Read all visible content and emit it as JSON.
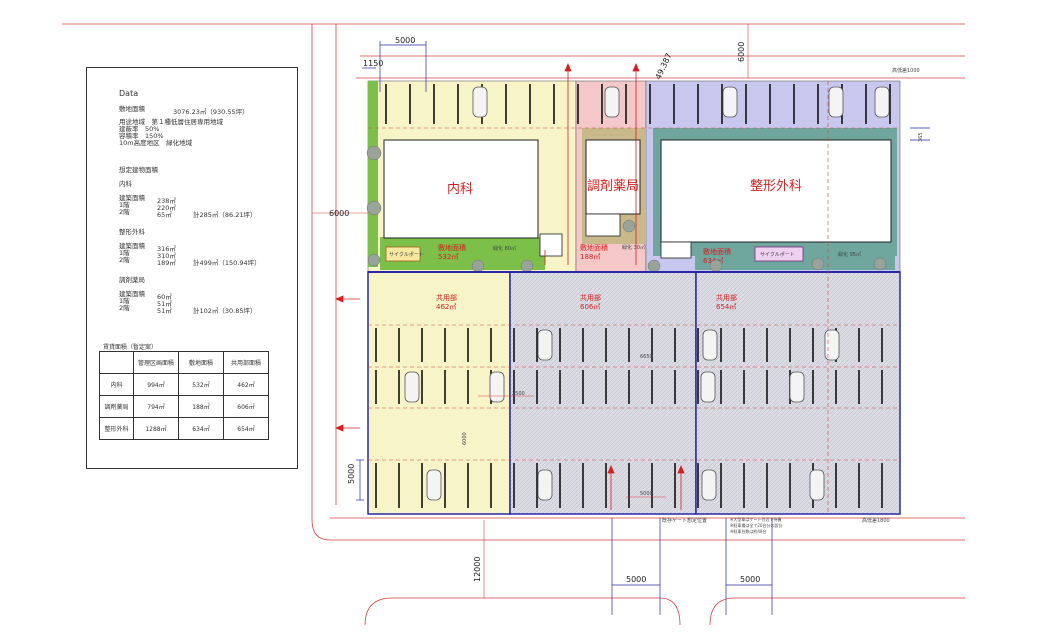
{
  "panel": {
    "title": "Data",
    "site_area_label": "敷地面積",
    "site_area_value": "3076.23㎡（930.55坪）",
    "zoning_1": "用途地域　第１種低層住居専用地域",
    "zoning_2": "建蔽率　50%",
    "zoning_3": "容積率　150%",
    "zoning_4": "10m高度地区　緑化地域",
    "planned_title": "想定建物面積",
    "naika": {
      "name": "内科",
      "build_label": "建築面積",
      "build_value": "238㎡",
      "f1_label": "1階",
      "f1_value": "220㎡",
      "f2_label": "2階",
      "f2_value": "65㎡",
      "total": "計285㎡（86.21坪）"
    },
    "seikei": {
      "name": "整形外科",
      "build_label": "建築面積",
      "build_value": "316㎡",
      "f1_label": "1階",
      "f1_value": "310㎡",
      "f2_label": "2階",
      "f2_value": "189㎡",
      "total": "計499㎡（150.94坪）"
    },
    "yakkyoku": {
      "name": "調剤薬局",
      "build_label": "建築面積",
      "build_value": "60㎡",
      "f1_label": "1階",
      "f1_value": "51㎡",
      "f2_label": "2階",
      "f2_value": "51㎡",
      "total": "計102㎡（30.85坪）"
    },
    "ratio_title": "賃貸面積（暫定案）",
    "ratio_headers": [
      "",
      "管理区画面積",
      "敷地面積",
      "共用部面積"
    ],
    "ratio_rows": [
      [
        "内科",
        "994㎡",
        "532㎡",
        "462㎡"
      ],
      [
        "調剤薬局",
        "794㎡",
        "188㎡",
        "606㎡"
      ],
      [
        "整形外科",
        "1288㎡",
        "634㎡",
        "654㎡"
      ]
    ]
  },
  "plan": {
    "buildings": [
      "内科",
      "調剤薬局",
      "整形外科"
    ],
    "site_areas": [
      {
        "label": "敷地面積",
        "value": "532㎡"
      },
      {
        "label": "敷地面積",
        "value": "188㎡"
      },
      {
        "label": "敷地面積",
        "value": "634㎡"
      }
    ],
    "common_areas": [
      {
        "label": "共用部",
        "value": "462㎡"
      },
      {
        "label": "共用部",
        "value": "606㎡"
      },
      {
        "label": "共用部",
        "value": "654㎡"
      }
    ],
    "greening": [
      "緑化 80㎡",
      "緑化 30㎡",
      "緑化 95㎡"
    ],
    "bike_ports": [
      "サイクルポート",
      "サイクルポート"
    ],
    "dims": {
      "d5000_top": "5000",
      "d1150": "1150",
      "d6000_left": "6000",
      "d6000_top": "6000",
      "d49387": "49.387",
      "d365": "365",
      "d12000": "12000",
      "d5000_left": "5000",
      "d5000_b1": "5000",
      "d5000_b2": "5000",
      "d6650": "6650",
      "d5000_mid": "5000",
      "d6000_v": "6000",
      "d2500": "2500"
    },
    "level_top": "高低差1000",
    "level_bottom": "高低差1800",
    "gate": "既存ゲート想定位置",
    "gate_notes": [
      "※大型車はゲート付近で待機",
      "※駐車場は全て20台分の設計",
      "※駐車台数は約49台"
    ]
  }
}
